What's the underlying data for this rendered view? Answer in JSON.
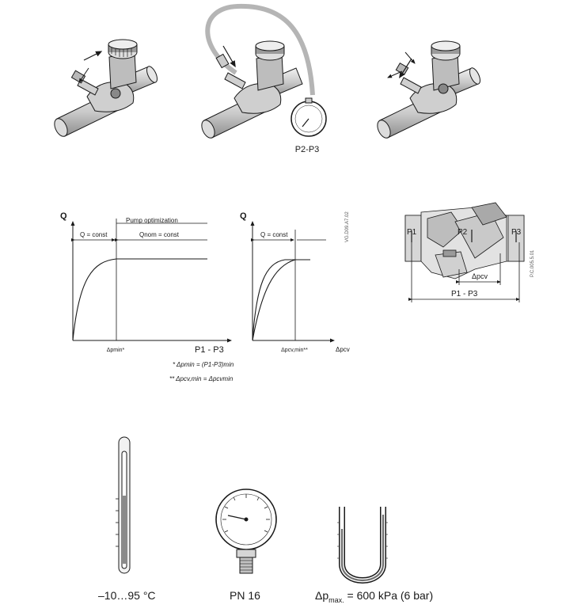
{
  "top_row": {
    "gauge_label": "P2-P3"
  },
  "chart_left": {
    "y_axis_label": "Q",
    "pump_label": "Pump optimization",
    "q_const_label": "Q = const",
    "q_nom_label": "Qnom = const",
    "x_tick_label": "Δpmin*",
    "x_axis_label": "P1 - P3"
  },
  "chart_right": {
    "y_axis_label": "Q",
    "q_const_label": "Q = const",
    "x_tick_label": "Δpcv,min**",
    "x_axis_label": "Δpcv",
    "code": "VG.D09.A7.02"
  },
  "footnotes": {
    "note1": "* Δpmin = (P1-P3)min",
    "note2": "** Δpcv,min = Δpcvmin"
  },
  "valve_section": {
    "p1": "P1",
    "p2": "P2",
    "p3": "P3",
    "dpcv": "Δpcv",
    "p1p3": "P1 - P3",
    "code": "P.C.005.5.01"
  },
  "bottom_row": {
    "thermometer_caption": "–10…95 °C",
    "gauge_caption": "PN 16",
    "dp_caption_prefix": "Δp",
    "dp_caption_sub": "max.",
    "dp_caption_value": " = 600 kPa (6 bar)"
  },
  "colors": {
    "line": "#1a1a1a",
    "hose": "#b5b5b5",
    "metal": "#c8c8c8",
    "shade": "#9a9a9a"
  }
}
